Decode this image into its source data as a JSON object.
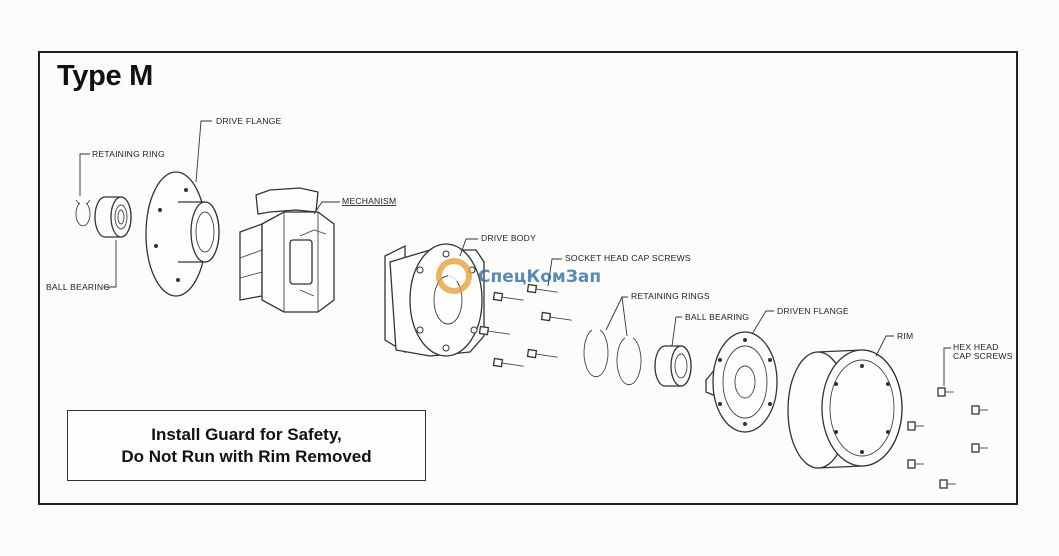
{
  "title": "Type M",
  "labels": {
    "drive_flange": "DRIVE FLANGE",
    "retaining_ring": "RETAINING RING",
    "ball_bearing_left": "BALL BEARING",
    "mechanism": "MECHANISM",
    "drive_body": "DRIVE BODY",
    "socket_head_cap_screws": "SOCKET HEAD CAP SCREWS",
    "retaining_rings": "RETAINING RINGS",
    "ball_bearing_right": "BALL BEARING",
    "driven_flange": "DRIVEN FLANGE",
    "rim": "RIM",
    "hex_head_line1": "HEX HEAD",
    "hex_head_line2": "CAP SCREWS"
  },
  "warning": {
    "line1": "Install Guard for Safety,",
    "line2": "Do Not Run with Rim Removed"
  },
  "watermark": {
    "text": "СпецКомЗап"
  },
  "colors": {
    "watermark_blue": "#2f6fa8",
    "watermark_orange": "#e8a23c"
  }
}
